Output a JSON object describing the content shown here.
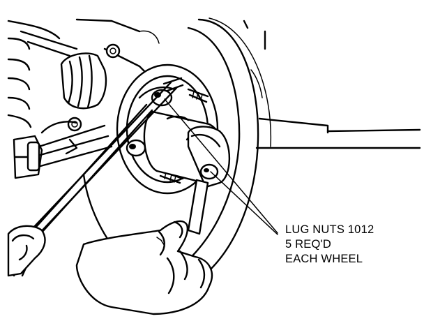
{
  "callout": {
    "line1": "LUG NUTS 1012",
    "line2": "5 REQ'D",
    "line3": "EACH WHEEL"
  },
  "colors": {
    "ink": "#000000",
    "paper": "#ffffff"
  }
}
